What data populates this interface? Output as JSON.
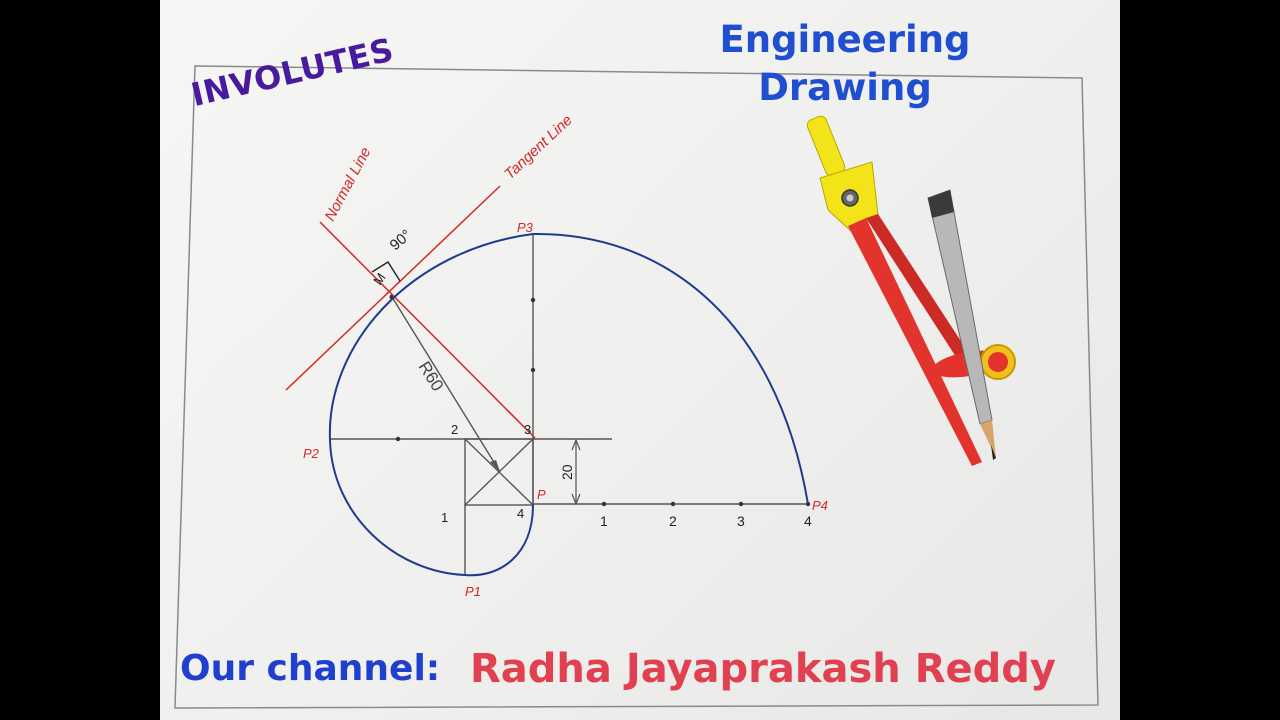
{
  "title": "INVOLUTES",
  "brand": {
    "line1": "Engineering",
    "line2": "Drawing"
  },
  "footer": {
    "label": "Our channel:",
    "name": "Radha Jayaprakash Reddy"
  },
  "diagram": {
    "labels": {
      "normal_line": "Normal Line",
      "tangent_line": "Tangent Line",
      "angle": "90°",
      "point_m": "M",
      "radius": "R60",
      "dimension": "20",
      "p": "P",
      "p1": "P1",
      "p2": "P2",
      "p3": "P3",
      "p4": "P4"
    },
    "square_corners": [
      "1",
      "2",
      "3",
      "4"
    ],
    "division_ticks": [
      "1",
      "2",
      "3",
      "4"
    ]
  },
  "colors": {
    "involute": "#1f3a8f",
    "construction": "#444444",
    "annotation_red": "#d42828",
    "title_purple": "#4a1a9e",
    "brand_blue": "#1f4fd0"
  },
  "decor": {
    "objects": [
      "compass-instrument",
      "pencil"
    ]
  }
}
